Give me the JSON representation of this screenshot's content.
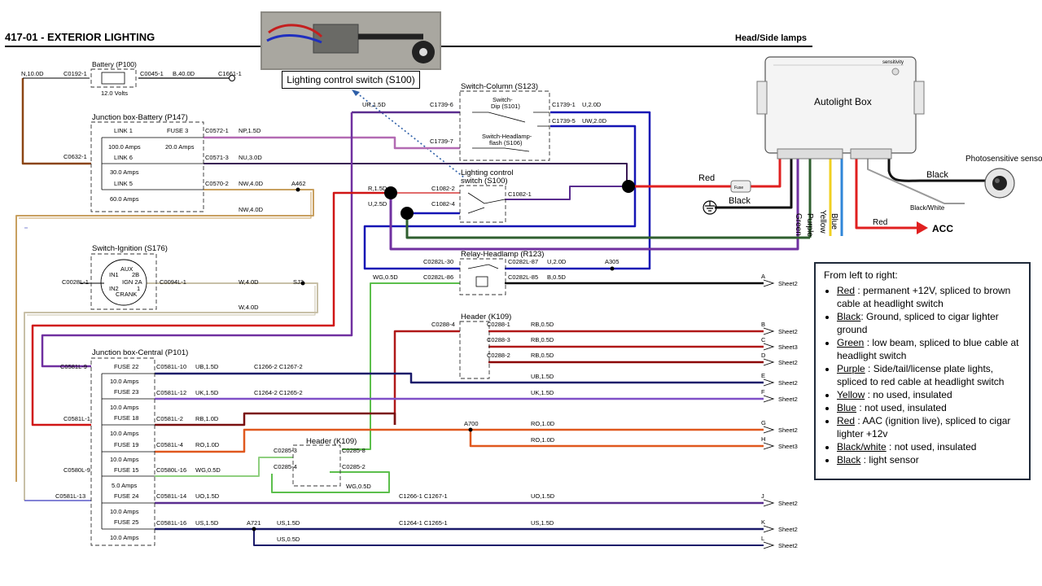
{
  "header": {
    "title": "417-01 - EXTERIOR LIGHTING",
    "subtitle": "Head/Side lamps"
  },
  "callouts": {
    "lighting_switch": "Lighting control switch (S100)",
    "autolight_box": "Autolight Box",
    "sensor": "Photosensitive sensor",
    "sensitivity": "sensitivity"
  },
  "components": {
    "battery": "Battery (P100)",
    "battery_volts": "12.0 Volts",
    "jb_battery": "Junction box-Battery (P147)",
    "link1": "LINK 1",
    "link1_amps": "100.0 Amps",
    "fuse3": "FUSE 3",
    "fuse3_amps": "20.0 Amps",
    "link6": "LINK 6",
    "link6_amps": "30.0 Amps",
    "link5": "LINK 5",
    "link5_amps": "60.0 Amps",
    "switch_column": "Switch-Column (S123)",
    "switch_dip": "Switch-",
    "switch_dip2": "Dip (S101)",
    "switch_flash": "Switch-Headlamp-",
    "switch_flash2": "flash (S106)",
    "lighting_switch": "Lighting control",
    "lighting_switch2": "switch (S100)",
    "relay": "Relay-Headlamp (R123)",
    "switch_ignition": "Switch-Ignition (S176)",
    "aux": "AUX",
    "in1": "IN1",
    "ign2b": "2B",
    "ign2a": "IGN 2A",
    "in2": "IN2",
    "crank": "CRANK",
    "one": "1",
    "jb_central": "Junction box-Central (P101)",
    "header1": "Header (K109)",
    "header2": "Header (K109)",
    "fuse22": "FUSE 22",
    "fuse22_amps": "10.0 Amps",
    "fuse23": "FUSE 23",
    "fuse23_amps": "10.0 Amps",
    "fuse18": "FUSE 18",
    "fuse18_amps": "10.0 Amps",
    "fuse19": "FUSE 19",
    "fuse19_amps": "10.0 Amps",
    "fuse15": "FUSE 15",
    "fuse15_amps": "5.0 Amps",
    "fuse24": "FUSE 24",
    "fuse24_amps": "10.0 Amps",
    "fuse25": "FUSE 25",
    "fuse25_amps": "10.0 Amps"
  },
  "connectors": {
    "n10d": "N,10.0D",
    "c0192": "C0192-1",
    "c0045": "C0045-1",
    "b40d": "B,40.0D",
    "c1661": "C1661-1",
    "c0572": "C0572-1",
    "np15d": "NP,1.5D",
    "c0632": "C0632-1",
    "c0571": "C0571-3",
    "nu30d": "NU,3.0D",
    "c0570": "C0570-2",
    "nw40d": "NW,4.0D",
    "a462": "A462",
    "nw40d_b": "NW,4.0D",
    "ur15d": "UR,1.5D",
    "c1739_6": "C1739-6",
    "c1739_1": "C1739-1",
    "u20d": "U,2.0D",
    "c1739_5": "C1739-5",
    "uw20d": "UW,2.0D",
    "c1739_7": "C1739-7",
    "r15d": "R,1.5D",
    "c1082_2": "C1082-2",
    "u25d": "U,2.5D",
    "c1082_4": "C1082-4",
    "c1082_1": "C1082-1",
    "c0282l30": "C0282L-30",
    "c0282l87": "C0282L-87",
    "u20d_b": "U,2.0D",
    "a305": "A305",
    "wg05d": "WG,0.5D",
    "c0282l86": "C0282L-86",
    "c0282l85": "C0282L-85",
    "b05d": "B,0.5D",
    "c0028l": "C0028L-1",
    "c0094l": "C0094L-1",
    "w40d": "W,4.0D",
    "sj3": "SJ3",
    "w40d_b": "W,4.0D",
    "c0288_4": "C0288-4",
    "c0288_1": "C0288-1",
    "rb05d_1": "RB,0.5D",
    "c0288_3": "C0288-3",
    "rb05d_2": "RB,0.5D",
    "c0288_2": "C0288-2",
    "rb05d_3": "RB,0.5D",
    "c0581l9": "C0581L-9",
    "c0581l10": "C0581L-10",
    "ub15d": "UB,1.5D",
    "c1266_2": "C1266-2 C1267-2",
    "ub15d_b": "UB,1.5D",
    "c0581l12": "C0581L-12",
    "uk15d": "UK,1.5D",
    "c1264_2": "C1264-2 C1265-2",
    "uk15d_b": "UK,1.5D",
    "c0581l1": "C0581L-1",
    "c0581l2": "C0581L-2",
    "rb10d": "RB,1.0D",
    "a700": "A700",
    "ro10d": "RO,1.0D",
    "ro10d_b": "RO,1.0D",
    "c0581l4": "C0581L-4",
    "ro10d_c": "RO,1.0D",
    "c0285_3": "C0285-3",
    "c0285_8": "C0285-8",
    "c0285_4": "C0285-4",
    "c0285_2": "C0285-2",
    "wg05d_b": "WG,0.5D",
    "c0580l9": "C0580L-9",
    "c0580l16": "C0580L-16",
    "wg05d_c": "WG,0.5D",
    "c0581l13": "C0581L-13",
    "c0581l14": "C0581L-14",
    "uo15d": "UO,1.5D",
    "c1266_1": "C1266-1 C1267-1",
    "uo15d_b": "UO,1.5D",
    "c0581l16": "C0581L-16",
    "us15d": "US,1.5D",
    "a721": "A721",
    "us15d_b": "US,1.5D",
    "c1264_1": "C1264-1 C1265-1",
    "us15d_c": "US,1.5D",
    "us05d": "US,0.5D"
  },
  "sheet_refs": [
    {
      "letter": "A",
      "sheet": "Sheet2"
    },
    {
      "letter": "B",
      "sheet": "Sheet2"
    },
    {
      "letter": "C",
      "sheet": "Sheet3"
    },
    {
      "letter": "D",
      "sheet": "Sheet2"
    },
    {
      "letter": "E",
      "sheet": "Sheet2"
    },
    {
      "letter": "F",
      "sheet": "Sheet2"
    },
    {
      "letter": "G",
      "sheet": "Sheet2"
    },
    {
      "letter": "H",
      "sheet": "Sheet3"
    },
    {
      "letter": "J",
      "sheet": "Sheet2"
    },
    {
      "letter": "K",
      "sheet": "Sheet2"
    },
    {
      "letter": "L",
      "sheet": "Sheet2"
    }
  ],
  "box_wires": {
    "red": "Red",
    "black_ground": "Black",
    "black_sensor": "Black",
    "black_white": "Black/White",
    "red_acc": "Red",
    "acc": "ACC",
    "fuse": "Fuse",
    "green": "Green",
    "purple": "Purple",
    "yellow": "Yellow",
    "blue": "Blue"
  },
  "legend": {
    "heading": "From left to right:",
    "items": [
      {
        "key": "Red",
        "text": " : permanent  +12V, spliced to brown cable at headlight switch"
      },
      {
        "key": "Black",
        "text": ": Ground, spliced to cigar lighter ground"
      },
      {
        "key": "Green",
        "text": " :  low beam, spliced to blue cable at headlight switch"
      },
      {
        "key": "Purple",
        "text": " : Side/tail/license plate lights, spliced to red cable at headlight switch"
      },
      {
        "key": "Yellow",
        "text": " : no used, insulated"
      },
      {
        "key": "Blue",
        "text": " : not used, insulated"
      },
      {
        "key": "Red",
        "text": " : AAC  (ignition live), spliced to cigar lighter +12v"
      },
      {
        "key": "Black/white",
        "text": " :  not used, insulated"
      },
      {
        "key": "Black",
        "text": " : light sensor"
      }
    ]
  },
  "colors": {
    "brown": "#8B4513",
    "purple": "#7030A0",
    "navy": "#1f1f8f",
    "blue": "#1515b5",
    "red": "#d01515",
    "darkred": "#8b0000",
    "orange": "#e0581e",
    "green": "#3aa53a",
    "darkgreen": "#2f5f2f",
    "tan": "#c8a060",
    "lightblue": "#7d86d6",
    "gray": "#9a9a9a"
  }
}
